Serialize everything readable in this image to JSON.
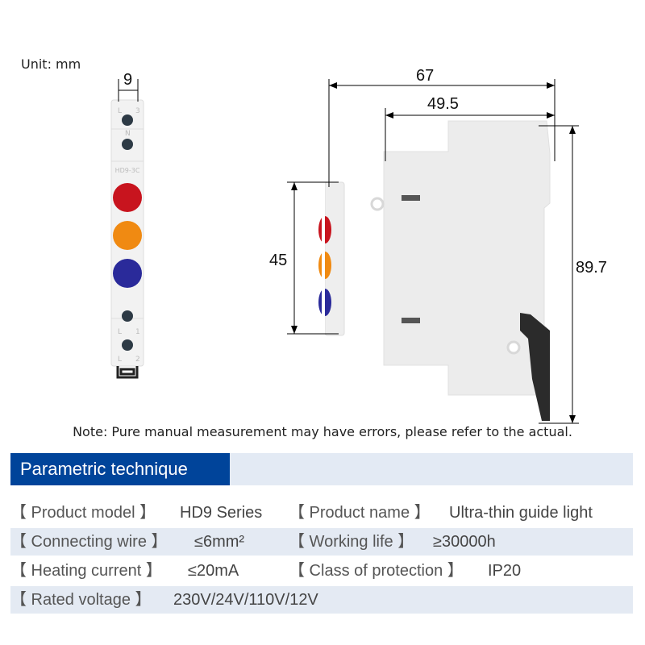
{
  "unit_label": "Unit: mm",
  "dimensions": {
    "width_front": "9",
    "depth_total": "67",
    "depth_body": "49.5",
    "lamp_height": "45",
    "height_total": "89.7"
  },
  "device": {
    "model_marking": "HD9-3C",
    "terminal_labels": [
      "L",
      "3",
      "N",
      "L",
      "1",
      "L",
      "2"
    ],
    "lamp_colors": [
      "#c8141e",
      "#f08a12",
      "#2a2a9a"
    ]
  },
  "note": "Note: Pure manual measurement may have errors, please refer to the actual.",
  "section": {
    "title": "Parametric technique",
    "accent": "#00449a",
    "band": "#e3eaf4"
  },
  "params": [
    [
      {
        "label": "【 Product model 】",
        "value": "HD9 Series"
      },
      {
        "label": "【 Product name 】",
        "value": "Ultra-thin guide light"
      }
    ],
    [
      {
        "label": "【 Connecting wire 】",
        "value": "≤6mm²"
      },
      {
        "label": "【 Working life 】",
        "value": "≥30000h"
      }
    ],
    [
      {
        "label": "【 Heating current 】",
        "value": "≤20mA"
      },
      {
        "label": "【 Class of protection 】",
        "value": "IP20"
      }
    ],
    [
      {
        "label": "【 Rated voltage 】",
        "value": "230V/24V/110V/12V"
      }
    ]
  ]
}
